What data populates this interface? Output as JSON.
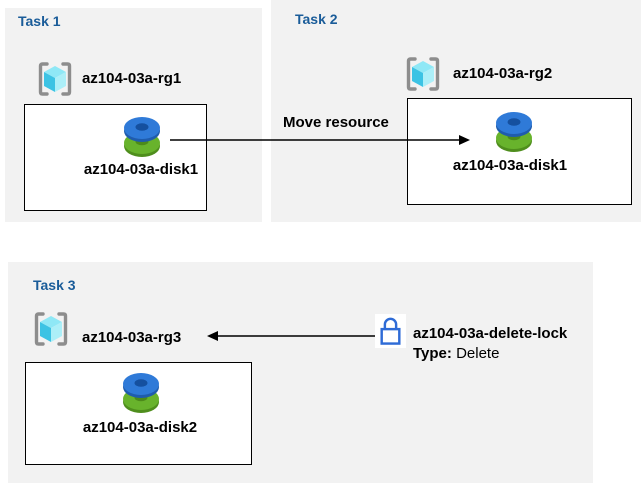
{
  "diagram": {
    "tasks": [
      {
        "title": "Task 1",
        "resource_group": "az104-03a-rg1",
        "disk_label": "az104-03a-disk1"
      },
      {
        "title": "Task 2",
        "resource_group": "az104-03a-rg2",
        "disk_label": "az104-03a-disk1"
      },
      {
        "title": "Task 3",
        "resource_group": "az104-03a-rg3",
        "disk_label": "az104-03a-disk2"
      }
    ],
    "move_arrow": {
      "label": "Move resource"
    },
    "lock": {
      "name": "az104-03a-delete-lock",
      "type_label": "Type:",
      "type_value": "Delete"
    },
    "icons": {
      "resource_group": "resource-group-icon",
      "disk": "disk-icon",
      "lock": "lock-icon",
      "move": "arrow-right-icon",
      "lock_pointer": "arrow-left-icon"
    },
    "colors": {
      "panel_bg": "#f2f2f2",
      "title": "#1a5c99",
      "text": "#000000",
      "box_border": "#000000",
      "box_bg": "#ffffff",
      "arrow": "#000000",
      "disk_blue": "#2f7ad8",
      "disk_blue_dark": "#1f5cad",
      "disk_blue_hole": "#15509f",
      "disk_green": "#68b32c",
      "disk_green_dark": "#4f8e1d",
      "disk_green_hole": "#4c8a1a",
      "lock_blue": "#2e6bd6",
      "bracket_gray": "#8d8d8d",
      "cube_top": "#8fe8f6",
      "cube_left": "#3cc3e4",
      "cube_right": "#aceff8"
    }
  }
}
